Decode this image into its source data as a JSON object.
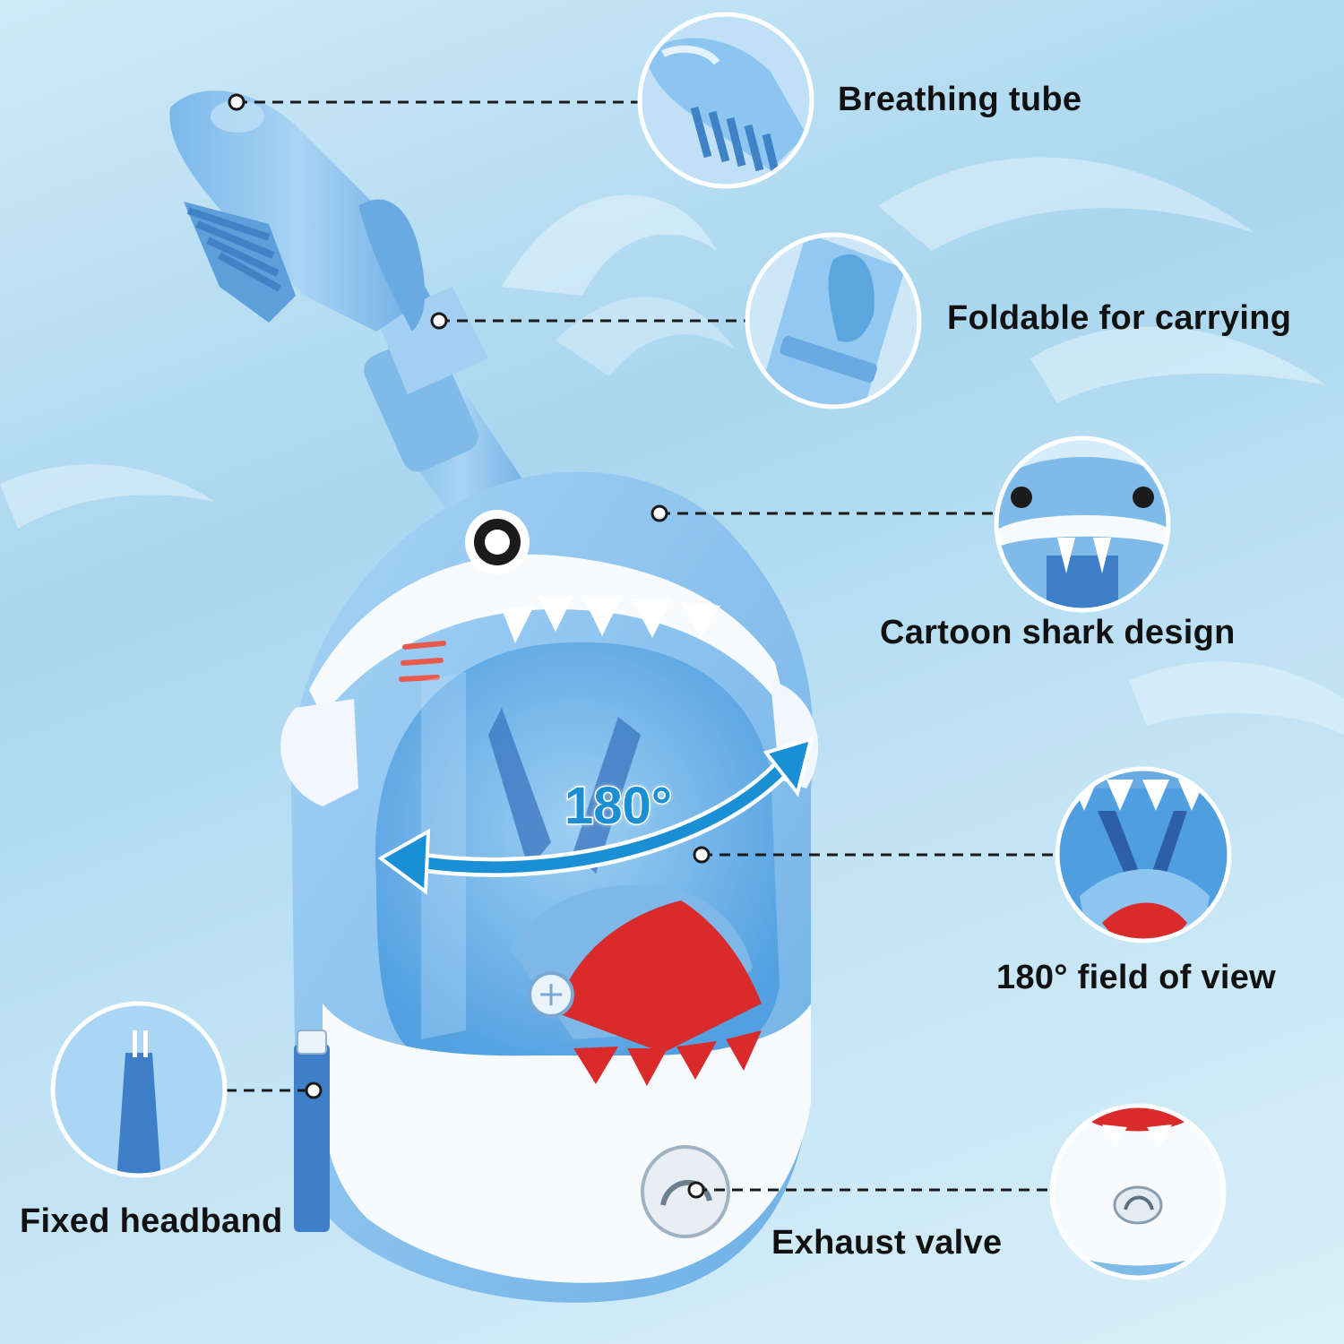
{
  "annotations": {
    "breathing_tube": "Breathing tube",
    "foldable": "Foldable for carrying",
    "shark_design": "Cartoon shark design",
    "field_of_view": "180° field of view",
    "headband": "Fixed headband",
    "exhaust_valve": "Exhaust valve"
  },
  "angle_badge": "180°",
  "colors": {
    "mask_blue": "#8cc6f0",
    "mask_dark_blue": "#5ca6e0",
    "mask_white": "#f7fbfe",
    "mouth_red": "#d92b2b",
    "arrow_blue": "#1a8fd6",
    "strap_blue": "#3d7fc8",
    "leader_line": "#1a1a1a"
  },
  "icons": [
    "shark-snorkel-mask",
    "breathing-tube-icon",
    "fold-joint-icon",
    "shark-face-icon",
    "field-of-view-icon",
    "headband-buckle-icon",
    "exhaust-valve-icon"
  ]
}
